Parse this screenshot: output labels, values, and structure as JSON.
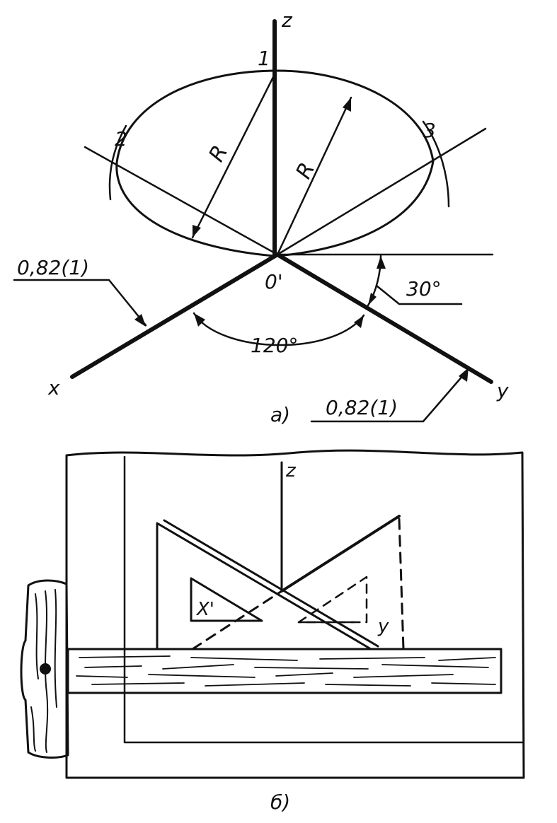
{
  "figure_a": {
    "axis_z": "z",
    "axis_x": "x",
    "axis_y": "y",
    "origin": "0'",
    "point_1": "1",
    "point_2": "2",
    "point_3": "3",
    "radius_left": "R",
    "radius_right": "R",
    "scale_x": "0,82(1)",
    "scale_y": "0,82(1)",
    "angle_between_axes": "120°",
    "angle_to_horizontal": "30°",
    "caption": "a)"
  },
  "figure_b": {
    "axis_z": "z",
    "axis_x": "X'",
    "axis_y": "y",
    "caption": "б)"
  }
}
